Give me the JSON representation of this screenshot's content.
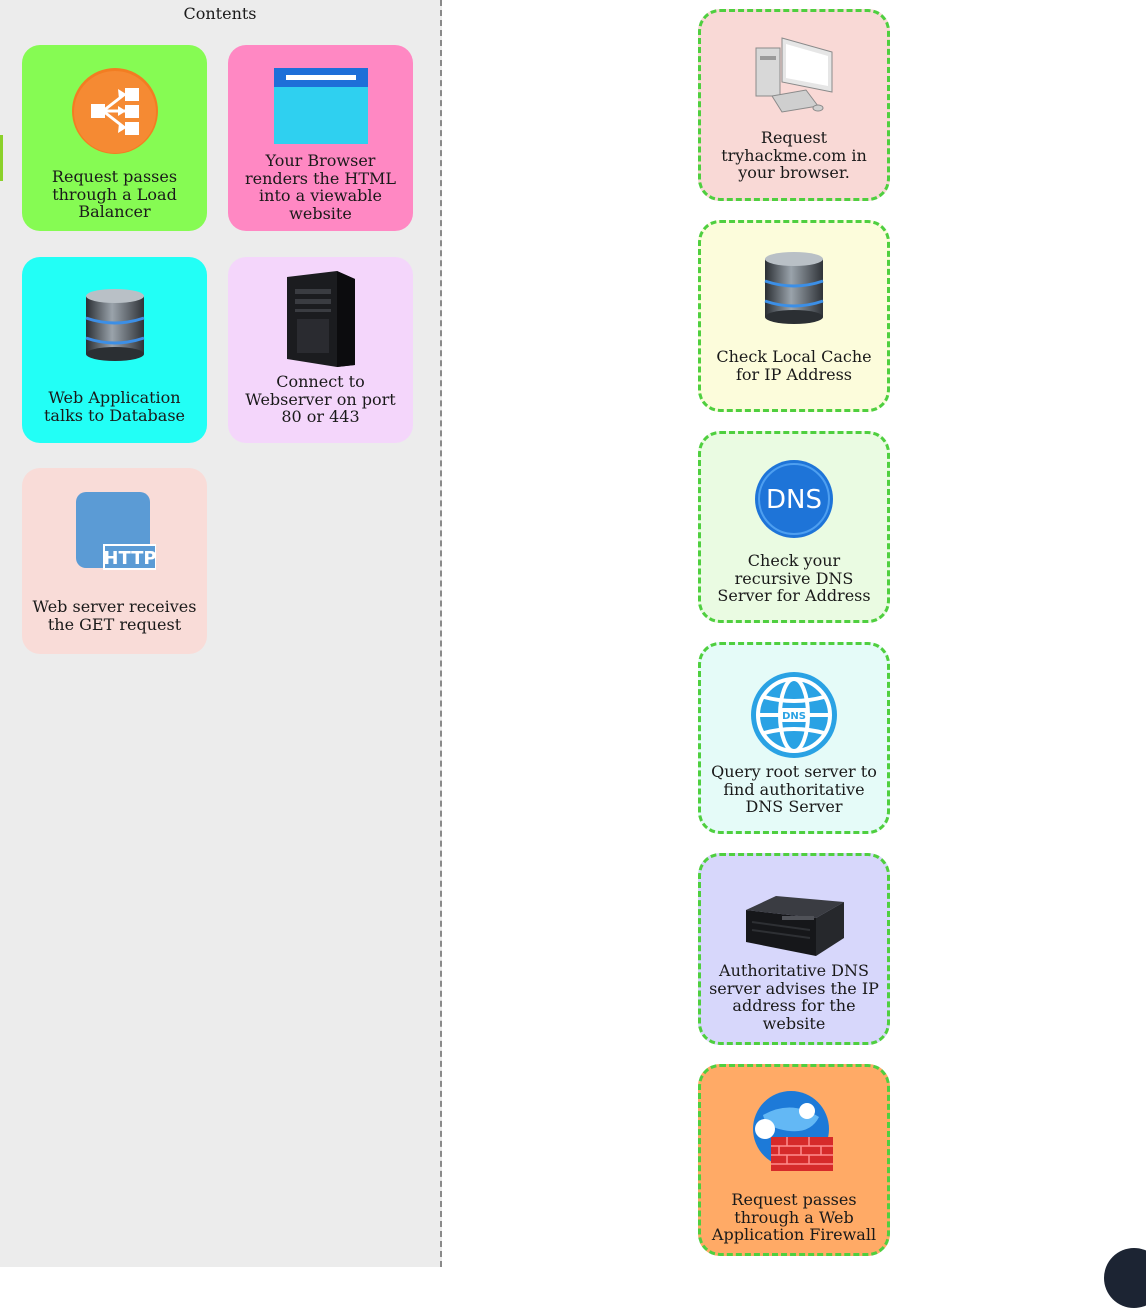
{
  "panel": {
    "title": "Contents",
    "cards": [
      {
        "label": "Request passes through a Load Balancer",
        "icon": "load-balancer-icon",
        "color": "#86fb53"
      },
      {
        "label": "Your Browser renders the HTML into a viewable website",
        "icon": "browser-window-icon",
        "color": "#ff88c3"
      },
      {
        "label": "Web Application talks to Database",
        "icon": "database-icon",
        "color": "#22fff6"
      },
      {
        "label": "Connect to Webserver on port 80 or 443",
        "icon": "server-tower-icon",
        "color": "#f4d6fb"
      },
      {
        "label": "Web server receives the GET request",
        "icon": "http-icon",
        "color": "#f9dcd8"
      }
    ]
  },
  "sequence": {
    "steps": [
      {
        "label": "Request tryhackme.com in your browser.",
        "icon": "desktop-computer-icon",
        "color": "#f9d9d6"
      },
      {
        "label": "Check Local Cache for IP Address",
        "icon": "database-icon",
        "color": "#fcfcdb"
      },
      {
        "label": "Check your recursive DNS Server for Address",
        "icon": "dns-icon",
        "color": "#eafbe2"
      },
      {
        "label": "Query root server to find authoritative DNS Server",
        "icon": "dns-globe-icon",
        "color": "#e5fbf8"
      },
      {
        "label": "Authoritative DNS server advises the IP address for the website",
        "icon": "rack-server-icon",
        "color": "#d7d7fb"
      },
      {
        "label": "Request passes through a Web Application Firewall",
        "icon": "web-firewall-icon",
        "color": "#ffaa66"
      }
    ]
  }
}
